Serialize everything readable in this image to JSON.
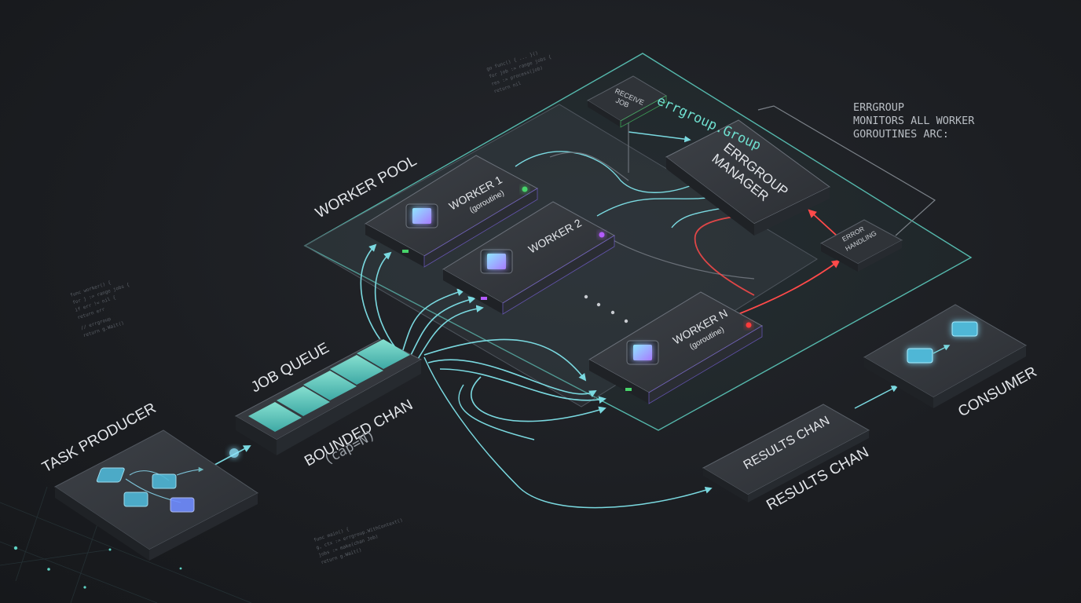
{
  "colors": {
    "background": "#1c1e22",
    "cyan_flow": "#7ad9e0",
    "error_flow": "#ff4a4a",
    "errgroup_outline": "#5fd3c4",
    "chip_glow": "#8fd8ff",
    "status_green": "#47d36a",
    "status_purple": "#b35cff",
    "status_red": "#ff3b3b"
  },
  "diagram": {
    "errgroup_title": "errgroup.Group",
    "errgroup_note": [
      "ERRGROUP",
      "MONITORS ALL WORKER",
      "GOROUTINES ARC:"
    ],
    "worker_pool_label": "WORKER POOL",
    "task_producer_label": "TASK PRODUCER",
    "job_queue_label": "JOB QUEUE",
    "bounded_chan_label": "BOUNDED CHAN",
    "bounded_chan_cap": "(cap=N)",
    "results_chan_box": "RESULTS CHAN",
    "results_chan_label": "RESULTS CHAN",
    "consumer_label": "CONSUMER",
    "errgroup_manager": [
      "ERRGROUP",
      "MANAGER"
    ],
    "receive_job": [
      "RECEIVE",
      "JOB"
    ],
    "error_handling": [
      "ERROR",
      "HANDLING"
    ],
    "workers": [
      {
        "name": "WORKER 1",
        "sub": "(goroutine)",
        "status": "green"
      },
      {
        "name": "WORKER 2",
        "sub": "",
        "status": "purple"
      },
      {
        "name": "WORKER N",
        "sub": "(goroutine)",
        "status": "red"
      }
    ],
    "ellipsis": "• • • •"
  }
}
